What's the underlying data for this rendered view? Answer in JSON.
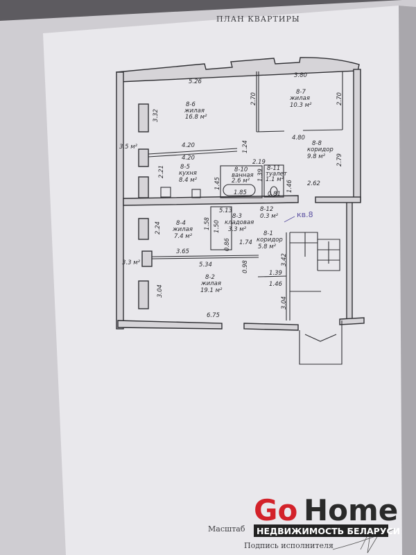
{
  "document": {
    "title": "ПЛАН КВАРТИРЫ",
    "scale_label": "Масштаб",
    "signature_label": "Подпись исполнителя",
    "apartment_mark": "кв.8"
  },
  "rooms": [
    {
      "id": "8-6",
      "type": "жилая",
      "area": "16.8 м²"
    },
    {
      "id": "8-7",
      "type": "жилая",
      "area": "10.3 м²"
    },
    {
      "id": "8-8",
      "type": "коридор",
      "area": "9.8 м²"
    },
    {
      "id": "8-5",
      "type": "кухня",
      "area": "8.4 м²"
    },
    {
      "id": "8-10",
      "type": "ванная",
      "area": "2.6 м²"
    },
    {
      "id": "8-11",
      "type": "туалет",
      "area": "1.1 м²"
    },
    {
      "id": "8-4",
      "type": "жилая",
      "area": "7.4 м²"
    },
    {
      "id": "8-3",
      "type": "кладовая",
      "area": "3.3 м²"
    },
    {
      "id": "8-12",
      "area": "0.3 м²"
    },
    {
      "id": "8-1",
      "type": "коридор",
      "area": "5.8 м²"
    },
    {
      "id": "8-2",
      "type": "жилая",
      "area": "19.1 м²"
    }
  ],
  "balconies": [
    "3.5 м²",
    "3.3 м²"
  ],
  "dimensions": [
    "5.26",
    "3.80",
    "2.70",
    "2.70",
    "3.32",
    "4.20",
    "4.20",
    "1.24",
    "4.80",
    "2.79",
    "2.19",
    "2.21",
    "1.45",
    "1.39",
    "1.46",
    "1.85",
    "0.81",
    "2.62",
    "5.13",
    "1.58",
    "1.50",
    "2.24",
    "0.86",
    "1.74",
    "3.42",
    "3.65",
    "5.34",
    "0.98",
    "1.39",
    "1.46",
    "3.04",
    "3.04",
    "6.75"
  ],
  "logo": {
    "brand_a": "Go",
    "brand_b": "Home",
    "tagline": "НЕДВИЖИМОСТЬ БЕЛАРУСИ"
  },
  "colors": {
    "paper": "#e9e8ec",
    "brand_red": "#d3222a"
  }
}
